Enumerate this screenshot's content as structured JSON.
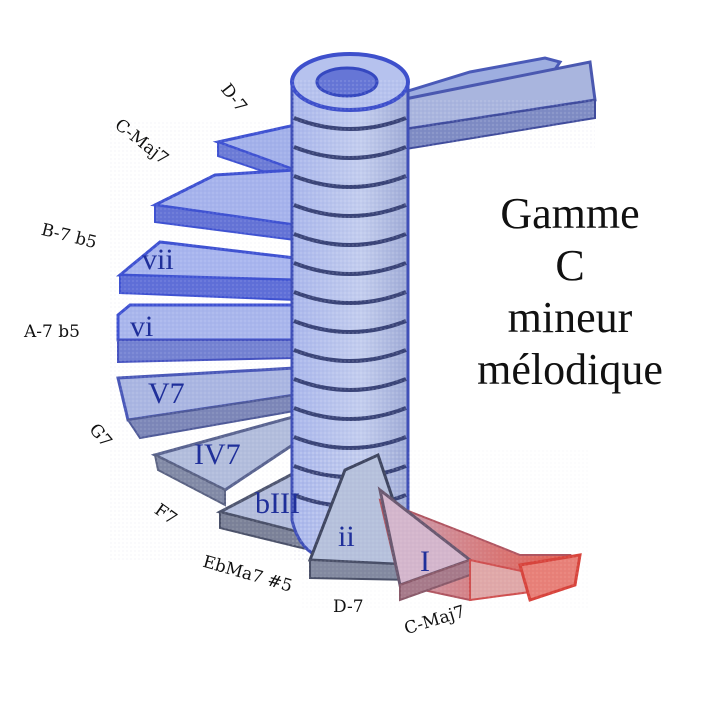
{
  "title": {
    "lines": [
      "Gamme",
      "C",
      "mineur",
      "mélodique"
    ]
  },
  "colors": {
    "step_top_blue": "#a6b4ea",
    "step_edge_blue": "#5565d0",
    "step_top_gray": "#b9c3dc",
    "step_edge_gray": "#6f7890",
    "step_top_pink": "#d9b8c8",
    "step_edge_red": "#d8524a",
    "column": "#b9c5ea",
    "column_lines": "#3a4478",
    "roman_text": "#1f2f9a"
  },
  "steps": [
    {
      "roman": "I",
      "chord": "C-Maj7"
    },
    {
      "roman": "ii",
      "chord": "D-7"
    },
    {
      "roman": "bIII",
      "chord": "EbMa7 #5"
    },
    {
      "roman": "IV7",
      "chord": "F7"
    },
    {
      "roman": "V7",
      "chord": "G7"
    },
    {
      "roman": "vi",
      "chord": "A-7 b5"
    },
    {
      "roman": "vii",
      "chord": "B-7 b5"
    },
    {
      "roman": "",
      "chord": "C-Maj7"
    },
    {
      "roman": "",
      "chord": "D-7"
    }
  ]
}
